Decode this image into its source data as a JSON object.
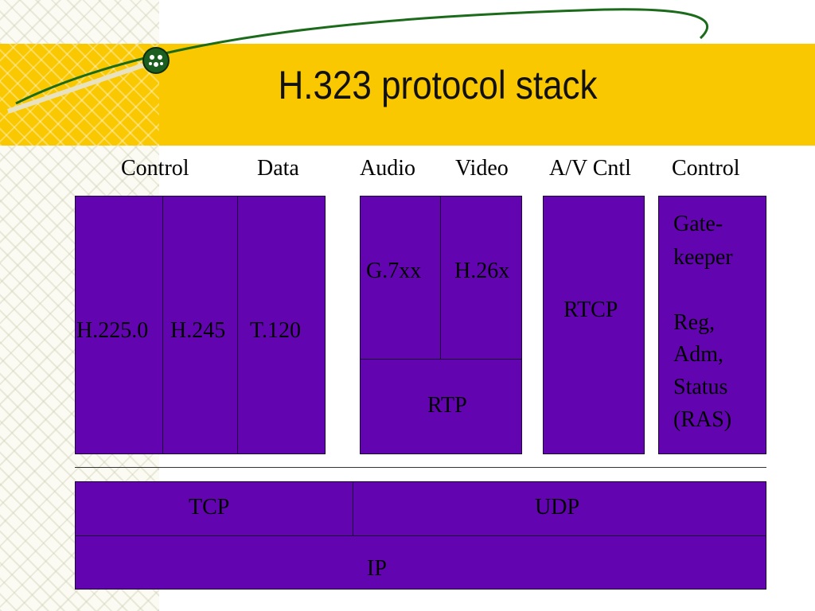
{
  "slide": {
    "title": "H.323 protocol stack"
  },
  "headers": {
    "control_left": "Control",
    "data": "Data",
    "audio": "Audio",
    "video": "Video",
    "av_cntl": "A/V Cntl",
    "control_right": "Control"
  },
  "blocks": {
    "h2250": "H.225.0",
    "h245": "H.245",
    "t120": "T.120",
    "g7xx": "G.7xx",
    "h26x": "H.26x",
    "rtp": "RTP",
    "rtcp": "RTCP",
    "gatekeeper_line1": "Gate-",
    "gatekeeper_line2": "keeper",
    "ras_line1": "Reg,",
    "ras_line2": "Adm,",
    "ras_line3": "Status",
    "ras_line4": "(RAS)",
    "tcp": "TCP",
    "udp": "UDP",
    "ip": "IP"
  },
  "colors": {
    "box_fill": "#6205b0",
    "title_band": "#f9c800"
  }
}
